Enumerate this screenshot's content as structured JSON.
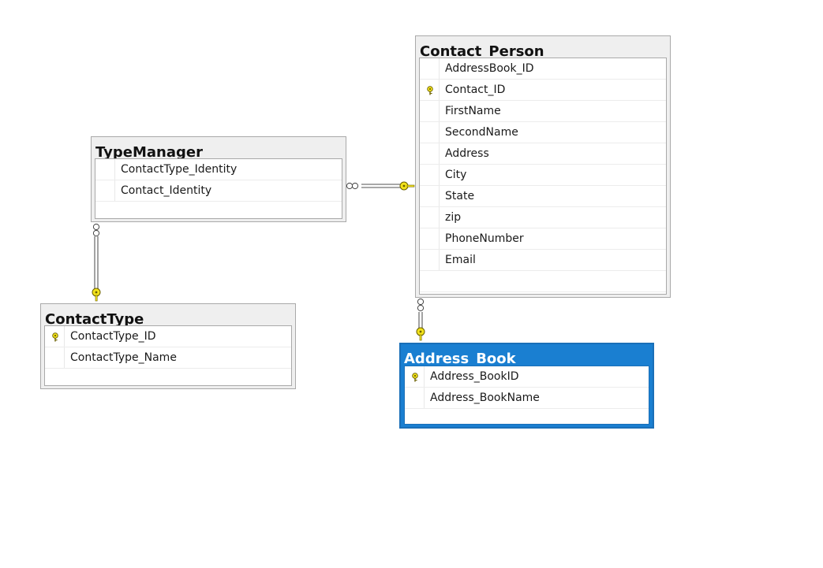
{
  "diagram": {
    "tables": [
      {
        "name": "Contact_Person",
        "selected": false,
        "columns": [
          {
            "name": "AddressBook_ID",
            "pk": false
          },
          {
            "name": "Contact_ID",
            "pk": true
          },
          {
            "name": "FirstName",
            "pk": false
          },
          {
            "name": "SecondName",
            "pk": false
          },
          {
            "name": "Address",
            "pk": false
          },
          {
            "name": "City",
            "pk": false
          },
          {
            "name": "State",
            "pk": false
          },
          {
            "name": "zip",
            "pk": false
          },
          {
            "name": "PhoneNumber",
            "pk": false
          },
          {
            "name": "Email",
            "pk": false
          }
        ]
      },
      {
        "name": "TypeManager",
        "selected": false,
        "columns": [
          {
            "name": "ContactType_Identity",
            "pk": false
          },
          {
            "name": "Contact_Identity",
            "pk": false
          }
        ]
      },
      {
        "name": "ContactType",
        "selected": false,
        "columns": [
          {
            "name": "ContactType_ID",
            "pk": true
          },
          {
            "name": "ContactType_Name",
            "pk": false
          }
        ]
      },
      {
        "name": "Address_Book",
        "selected": true,
        "columns": [
          {
            "name": "Address_BookID",
            "pk": true
          },
          {
            "name": "Address_BookName",
            "pk": false
          }
        ]
      }
    ],
    "relationships": [
      {
        "many": "TypeManager",
        "one": "Contact_Person"
      },
      {
        "many": "TypeManager",
        "one": "ContactType"
      },
      {
        "many": "Contact_Person",
        "one": "Address_Book"
      }
    ],
    "colors": {
      "selected_header": "#1a7fd1",
      "key_icon": "#f2e21b",
      "connector": "#8c8c8c"
    },
    "icons": {
      "primary_key": "key-icon",
      "many_end": "infinity-icon",
      "one_end": "key-icon"
    }
  }
}
